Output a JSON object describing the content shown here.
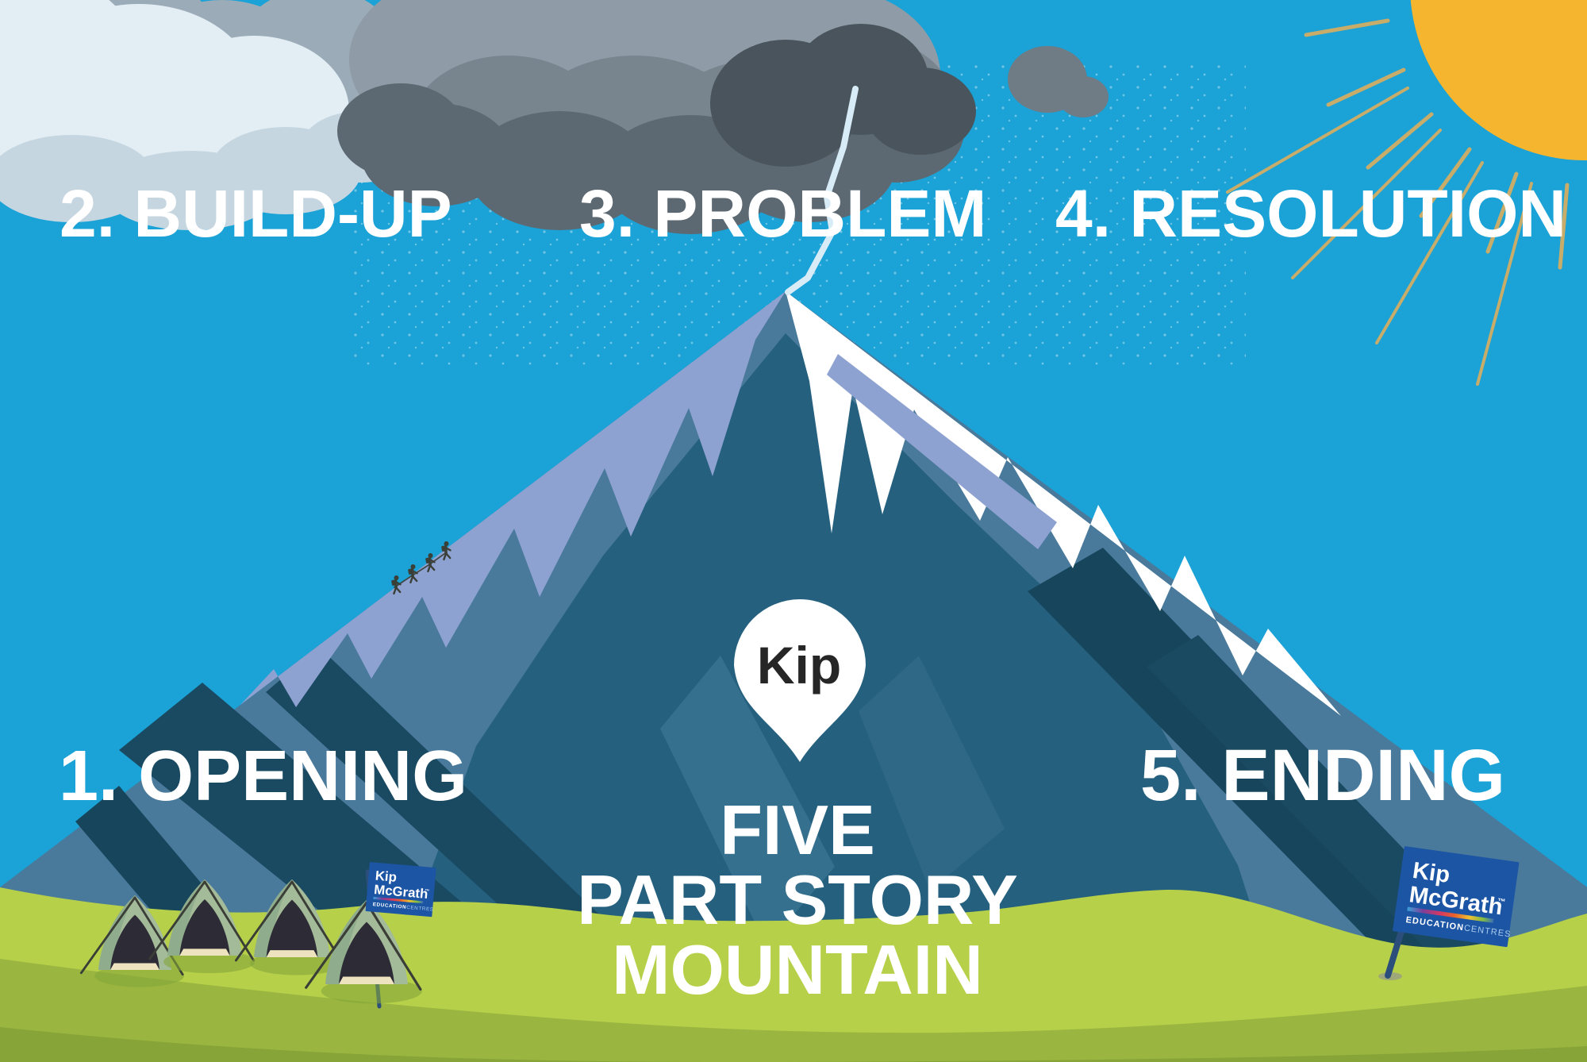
{
  "stages": [
    {
      "text": "1. OPENING"
    },
    {
      "text": "2. BUILD-UP"
    },
    {
      "text": "3. PROBLEM"
    },
    {
      "text": "4. RESOLUTION"
    },
    {
      "text": "5. ENDING"
    }
  ],
  "title": {
    "lines": [
      "FIVE",
      "PART STORY",
      "MOUNTAIN"
    ]
  },
  "pin": {
    "label": "Kip"
  },
  "flag": {
    "line1": "Kip",
    "line2": "McGrath",
    "trademark": "™",
    "sub_bold": "EDUCATION",
    "sub_light": "CENTRES"
  },
  "colors": {
    "sky": "#1BA2D6",
    "sun": "#F6B52F",
    "sun_ray": "#C8AC6A",
    "cloud_pale": "#E2EDF4",
    "cloud_shade": "#C6D6E1",
    "cloud_blue": "#9CABB8",
    "storm_light": "#8F9CA7",
    "storm_mid": "#78848E",
    "storm_dark": "#5D6972",
    "storm_darkest": "#49545D",
    "small_cloud": "#6F7B85",
    "lightning": "#D8ECF8",
    "rock": "#497A9B",
    "rock_center": "#26607F",
    "rock_facet1": "#35708F",
    "rock_facet2": "#2E6886",
    "rock_shadow1": "#1A4A62",
    "rock_shadow2": "#16455C",
    "snow_left": "#8EA2D2",
    "snow_right": "#FFFFFF",
    "grass_bright": "#B6D049",
    "grass_mid": "#9AB640",
    "grass_dark": "#86A437",
    "tent_body": "#A4BB99",
    "tent_shade": "#8FAC8C",
    "tent_opening": "#2D2B35",
    "tent_sill": "#EEE3BF",
    "tent_rope": "#3A3E36",
    "flag_blue": "#1D55A5",
    "flag_pole": "#2B4E7A",
    "flag_sub_light": "#A9CBEC",
    "pin_fill": "#FFFFFF",
    "pin_text": "#262626",
    "label_color": "#FFFFFF",
    "climber": "#3A4038"
  }
}
